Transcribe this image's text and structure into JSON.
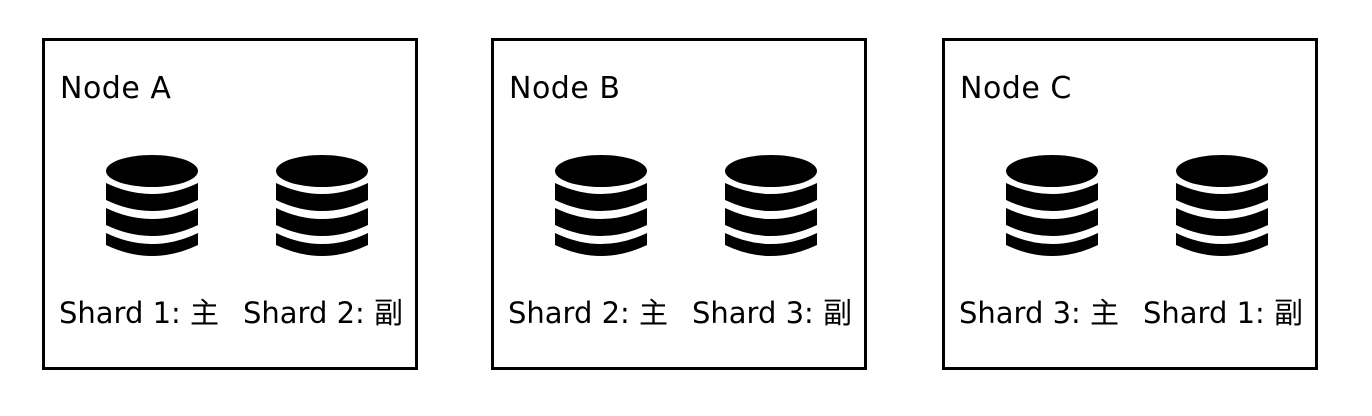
{
  "nodes": [
    {
      "title": "Node A",
      "shards": [
        {
          "label": "Shard 1: 主",
          "icon": "database-icon"
        },
        {
          "label": "Shard 2: 副",
          "icon": "database-icon"
        }
      ]
    },
    {
      "title": "Node B",
      "shards": [
        {
          "label": "Shard 2: 主",
          "icon": "database-icon"
        },
        {
          "label": "Shard 3: 副",
          "icon": "database-icon"
        }
      ]
    },
    {
      "title": "Node C",
      "shards": [
        {
          "label": "Shard 3: 主",
          "icon": "database-icon"
        },
        {
          "label": "Shard 1: 副",
          "icon": "database-icon"
        }
      ]
    }
  ],
  "colors": {
    "stroke": "#000000",
    "background": "#ffffff"
  }
}
